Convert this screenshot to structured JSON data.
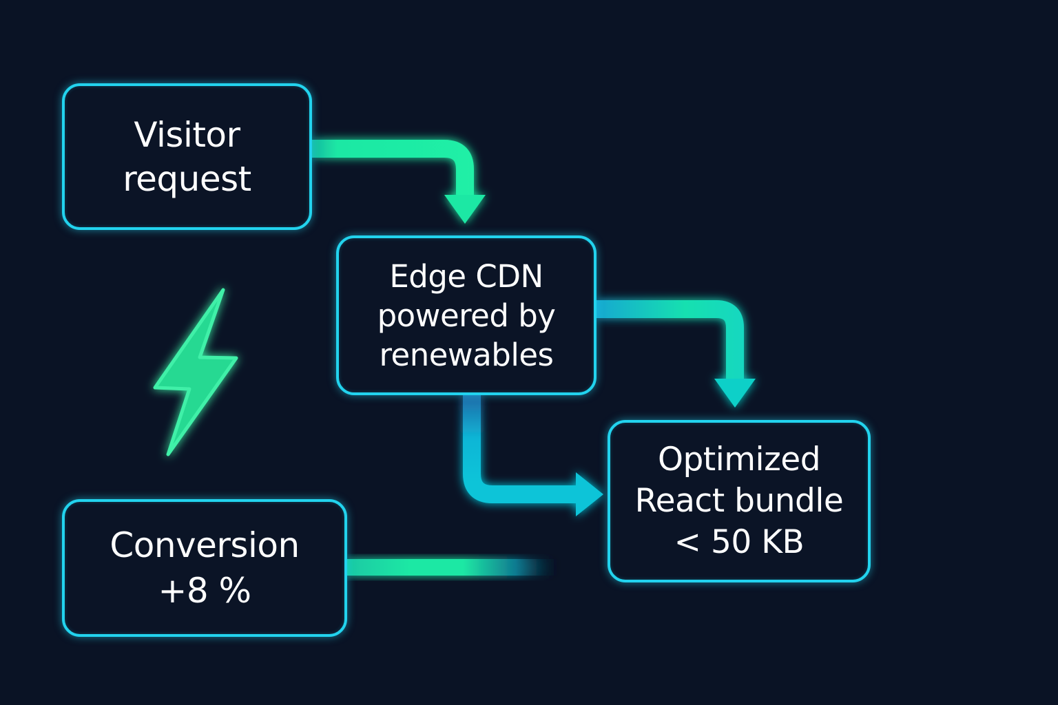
{
  "diagram": {
    "background_color": "#0a1325",
    "colors": {
      "node_border": "#22d3ee",
      "arrow_green": "#1ee8a4",
      "arrow_cyan": "#0cc4d8",
      "bolt_green": "#2ee59a",
      "text": "#ffffff"
    },
    "nodes": [
      {
        "id": "visitor",
        "label": "Visitor\nrequest"
      },
      {
        "id": "cdn",
        "label": "Edge CDN\npowered by\nrenewables"
      },
      {
        "id": "bundle",
        "label": "Optimized\nReact bundle\n< 50 KB"
      },
      {
        "id": "conversion",
        "label": "Conversion\n+8 %"
      }
    ],
    "edges": [
      {
        "from": "visitor",
        "to": "cdn",
        "style": "arrow"
      },
      {
        "from": "cdn",
        "to": "bundle",
        "style": "arrow",
        "route": "right-then-down"
      },
      {
        "from": "cdn",
        "to": "bundle",
        "style": "arrow",
        "route": "down-then-right"
      },
      {
        "from": "conversion",
        "to": "bundle",
        "style": "fading-line"
      }
    ],
    "decorations": [
      {
        "icon": "lightning-bolt-icon",
        "meaning": "energy"
      }
    ]
  }
}
